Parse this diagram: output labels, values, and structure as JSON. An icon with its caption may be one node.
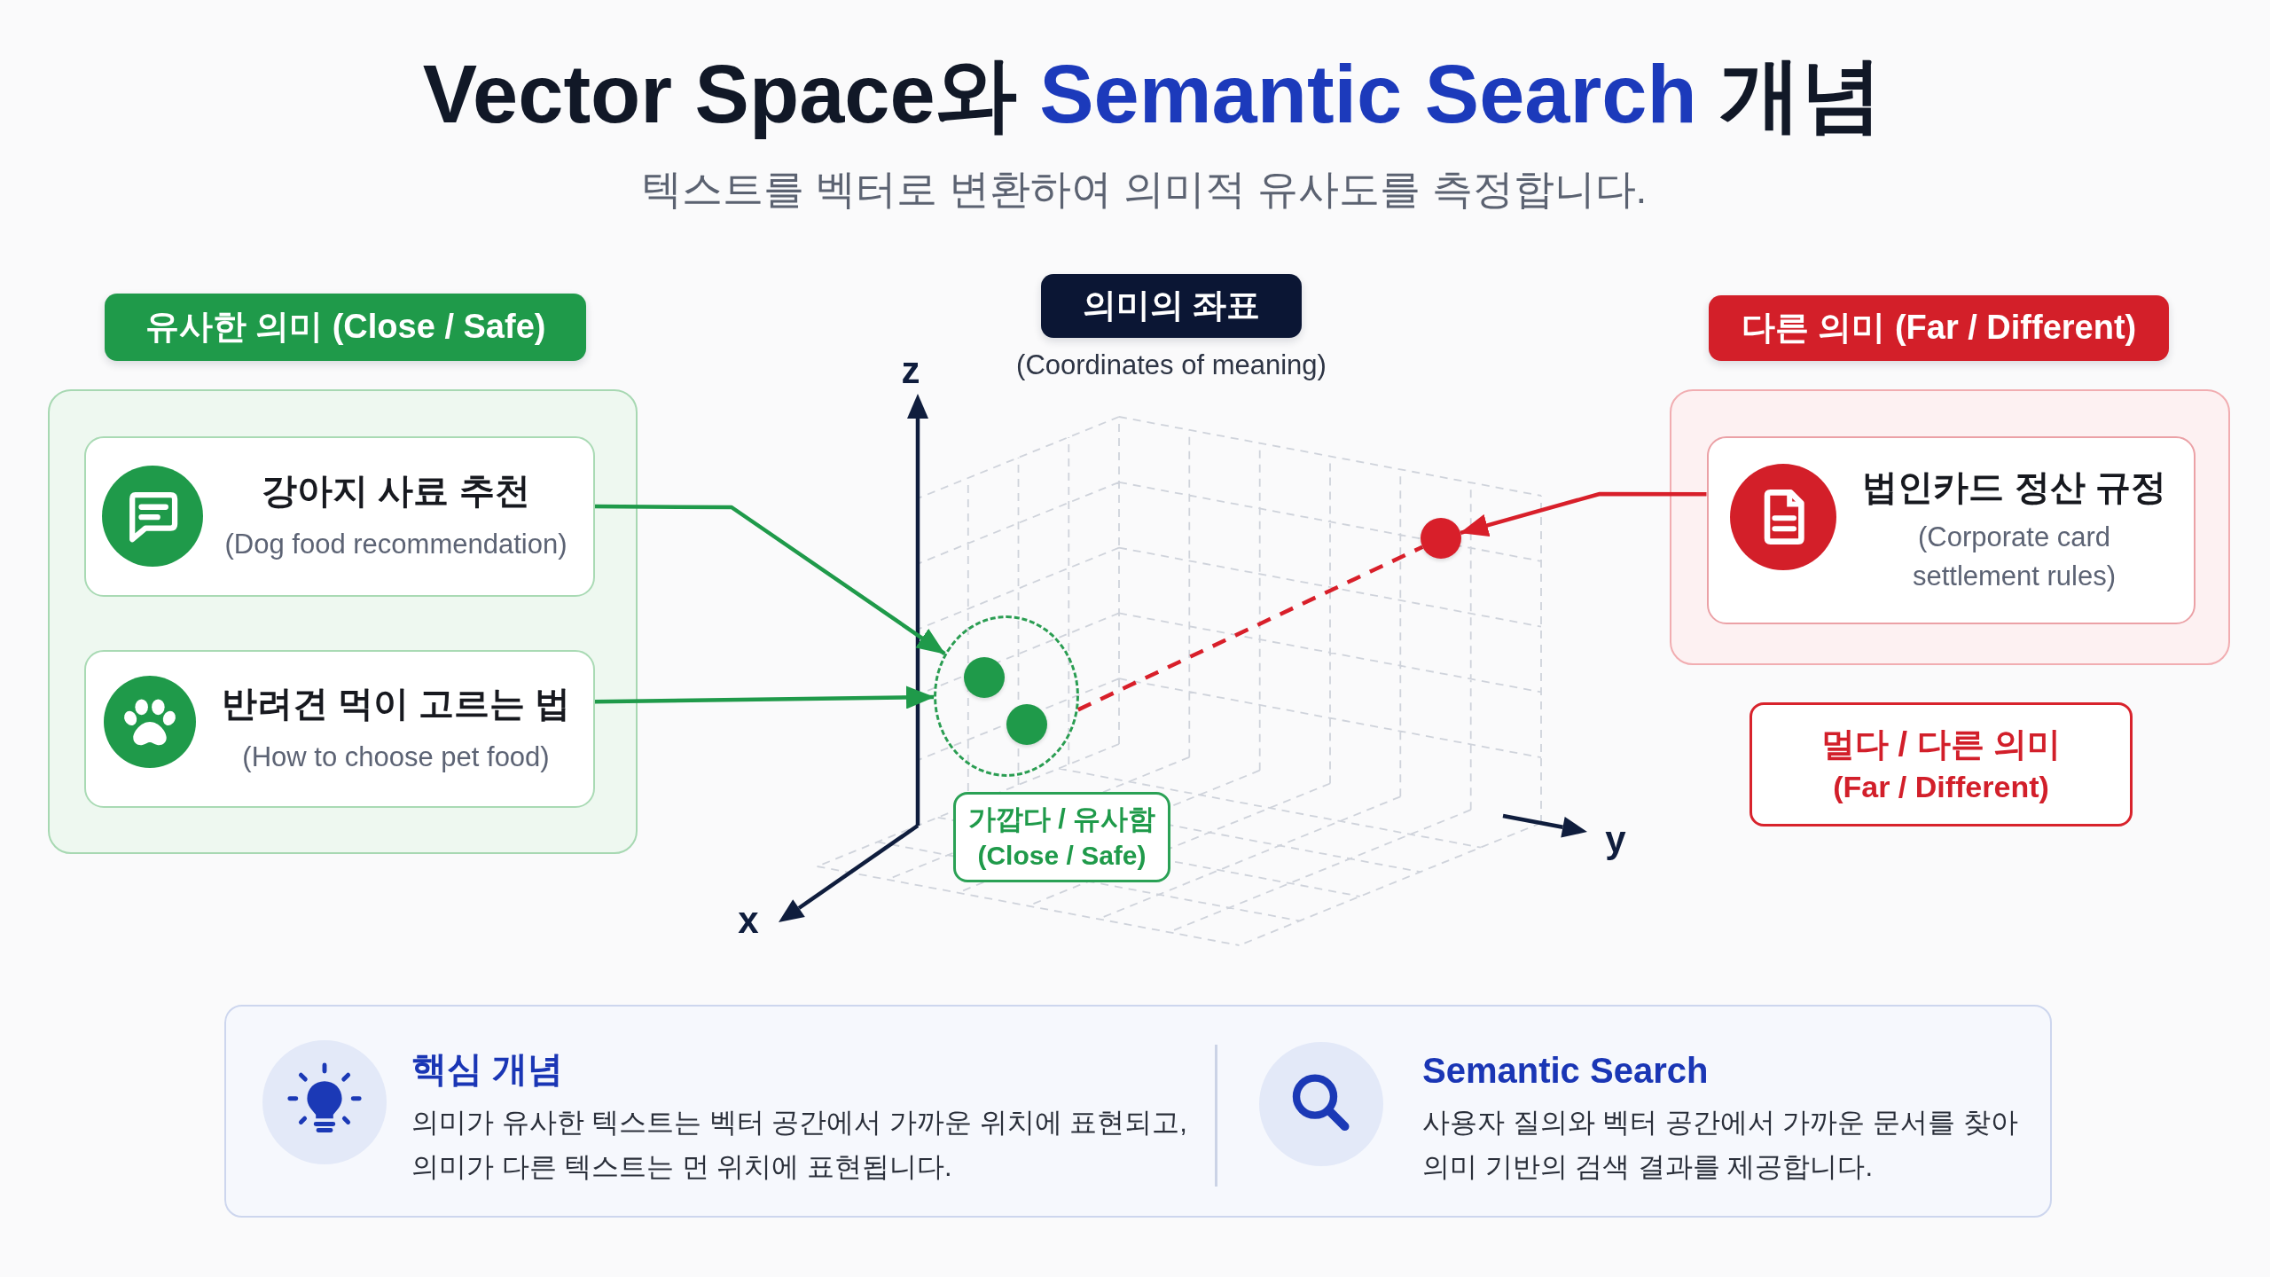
{
  "diagram": {
    "title": "Vector Space와 **Semantic Search** 개념",
    "nodes": [
      {
        "text": [
          "유사한 의미 (Close / Safe)"
        ]
      },
      {
        "text": [
          "의미의 좌표"
        ],
        "beside": [
          "(Coordinates of meaning)"
        ]
      },
      {
        "text": [
          "다른 의미 (Far / Different)"
        ]
      },
      {
        "text": [],
        "shape": "box"
      },
      {
        "text": [
          "강아지 사료 추천",
          "(Dog food recommendation)"
        ],
        "in": 3
      },
      {
        "text": [
          "반려견 먹이 고르는 법",
          "(How to choose pet food)"
        ],
        "in": 3
      },
      {
        "text": [],
        "shape": "box"
      },
      {
        "text": [
          "법인카드 정산 규정",
          "(Corporate card settlement rules)"
        ],
        "in": 6
      },
      {
        "text": [],
        "shape": "circle"
      },
      {
        "text": [],
        "shape": "circle",
        "in": 8
      },
      {
        "text": [],
        "shape": "circle",
        "in": 8
      },
      {
        "text": [],
        "shape": "circle"
      },
      {
        "text": [
          "가깝다 / 유사함",
          "(Close / Safe)"
        ]
      },
      {
        "text": [
          "멀다 / 다른 의미",
          "(Far / Different)"
        ]
      },
      {
        "text": [
          "핵심 개념",
          "의미가 유사한 텍스트는 벡터 공간에서 가까운 위치에 표현되고, 의미가 다른 텍스트는 먼 위치에 표현됩니다.",
          "Semantic Search",
          "사용자 질의와 벡터 공간에서 가까운 문서를 찾아 의미 기반의 검색 결과를 제공합니다."
        ]
      }
    ],
    "edges": [
      {
        "from": 4,
        "to": 8,
        "arrow": "to",
        "color": "#1f9a4a"
      },
      {
        "from": 5,
        "to": 8,
        "arrow": "to",
        "color": "#1f9a4a"
      },
      {
        "from": 7,
        "to": 11,
        "arrow": "to",
        "color": "#d81f2a"
      },
      {
        "from": 8,
        "to": 11,
        "arrow": "none",
        "style": "dashed",
        "color": "#d81f2a"
      }
    ],
    "labels": [
      "텍스트를 벡터로 변환하여 의미적 유사도를 측정합니다.",
      "z",
      "y",
      "x"
    ]
  }
}
